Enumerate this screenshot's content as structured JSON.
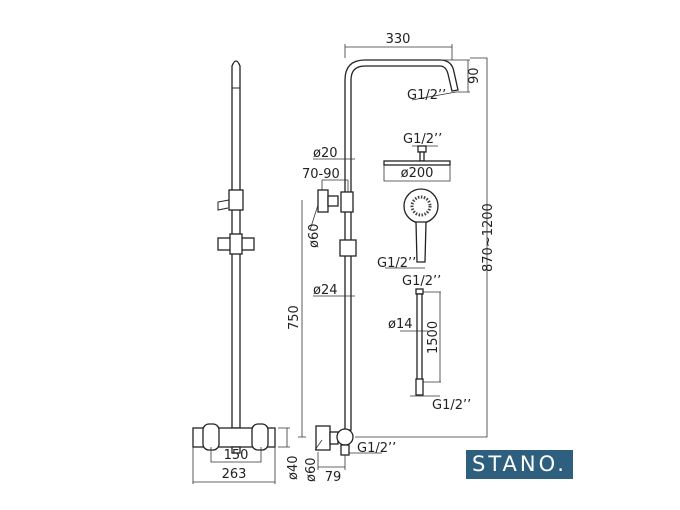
{
  "brand": {
    "logo_text": "STANO.",
    "color": "#2e5f7f"
  },
  "dimensions": {
    "arm_length": "330",
    "arm_drop": "90",
    "arm_thread": "G1/2’’",
    "head_thread": "G1/2’’",
    "head_diameter": "ø200",
    "pipe_upper_diameter": "ø20",
    "bracket_offset": "70-90",
    "bracket_diameter": "ø60",
    "height_range": "870~1200",
    "handshower_thread": "G1/2’’",
    "hose_top_thread": "G1/2’’",
    "hose_diameter": "ø14",
    "hose_length": "1500",
    "hose_bottom_thread": "G1/2’’",
    "pipe_lower_diameter": "ø24",
    "rail_height": "750",
    "mixer_centers": "150",
    "mixer_width": "263",
    "mixer_diameter": "ø40",
    "valve_diameter": "ø60",
    "valve_offset": "79",
    "valve_thread": "G1/2’’"
  }
}
